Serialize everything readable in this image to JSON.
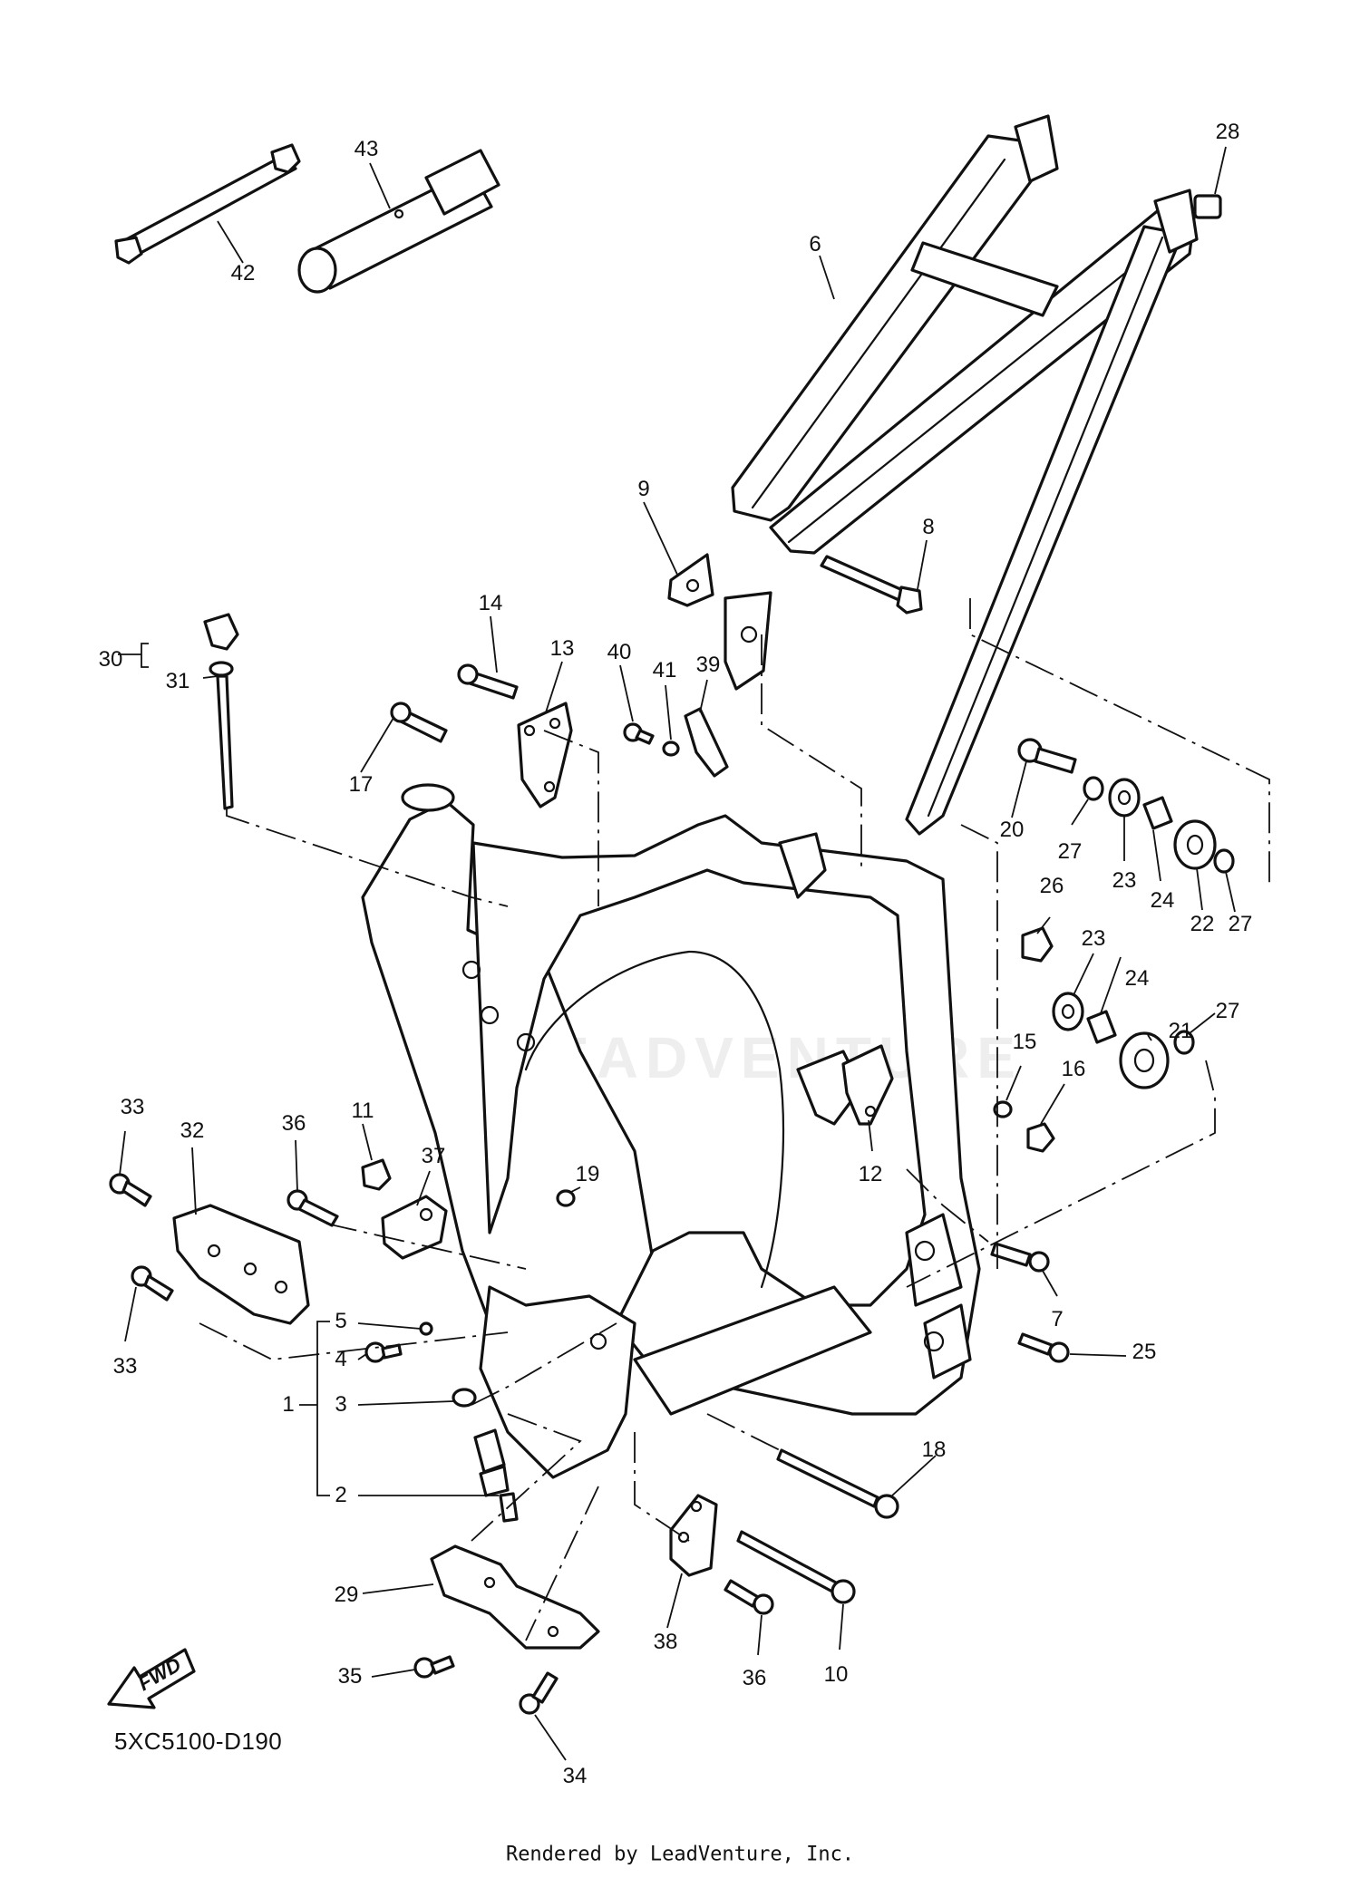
{
  "diagram": {
    "code": "5XC5100-D190",
    "credit": "Rendered by LeadVenture, Inc.",
    "watermark": "LEADVENTURE",
    "fwd_label": "FWD"
  },
  "callouts": [
    {
      "id": "c42",
      "label": "42"
    },
    {
      "id": "c43",
      "label": "43"
    },
    {
      "id": "c28",
      "label": "28"
    },
    {
      "id": "c6",
      "label": "6"
    },
    {
      "id": "c9",
      "label": "9"
    },
    {
      "id": "c8",
      "label": "8"
    },
    {
      "id": "c14",
      "label": "14"
    },
    {
      "id": "c13",
      "label": "13"
    },
    {
      "id": "c40",
      "label": "40"
    },
    {
      "id": "c41",
      "label": "41"
    },
    {
      "id": "c39",
      "label": "39"
    },
    {
      "id": "c30",
      "label": "30"
    },
    {
      "id": "c31",
      "label": "31"
    },
    {
      "id": "c17",
      "label": "17"
    },
    {
      "id": "c20",
      "label": "20"
    },
    {
      "id": "c27a",
      "label": "27"
    },
    {
      "id": "c23a",
      "label": "23"
    },
    {
      "id": "c24a",
      "label": "24"
    },
    {
      "id": "c22",
      "label": "22"
    },
    {
      "id": "c27b",
      "label": "27"
    },
    {
      "id": "c26",
      "label": "26"
    },
    {
      "id": "c23b",
      "label": "23"
    },
    {
      "id": "c24b",
      "label": "24"
    },
    {
      "id": "c21",
      "label": "21"
    },
    {
      "id": "c27c",
      "label": "27"
    },
    {
      "id": "c15",
      "label": "15"
    },
    {
      "id": "c16",
      "label": "16"
    },
    {
      "id": "c33a",
      "label": "33"
    },
    {
      "id": "c32",
      "label": "32"
    },
    {
      "id": "c36a",
      "label": "36"
    },
    {
      "id": "c11",
      "label": "11"
    },
    {
      "id": "c37",
      "label": "37"
    },
    {
      "id": "c19",
      "label": "19"
    },
    {
      "id": "c12",
      "label": "12"
    },
    {
      "id": "c33b",
      "label": "33"
    },
    {
      "id": "c5",
      "label": "5"
    },
    {
      "id": "c4",
      "label": "4"
    },
    {
      "id": "c1",
      "label": "1"
    },
    {
      "id": "c3",
      "label": "3"
    },
    {
      "id": "c2",
      "label": "2"
    },
    {
      "id": "c7",
      "label": "7"
    },
    {
      "id": "c25",
      "label": "25"
    },
    {
      "id": "c18",
      "label": "18"
    },
    {
      "id": "c29",
      "label": "29"
    },
    {
      "id": "c38",
      "label": "38"
    },
    {
      "id": "c10",
      "label": "10"
    },
    {
      "id": "c35",
      "label": "35"
    },
    {
      "id": "c36b",
      "label": "36"
    },
    {
      "id": "c34",
      "label": "34"
    }
  ]
}
